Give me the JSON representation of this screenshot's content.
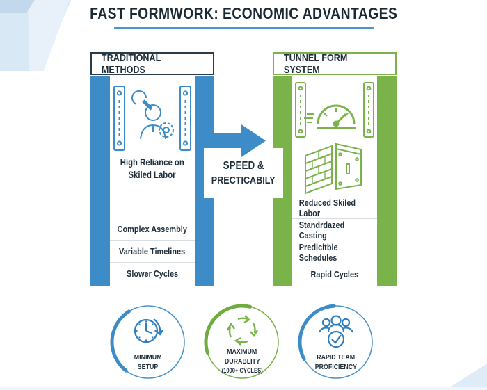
{
  "title": {
    "text": "FAST FORMWORK: ECONOMIC ADVANTAGES"
  },
  "comparison": {
    "traditional": {
      "header": "TRADITIONAL METHODS",
      "icon": "worker-wrench-gear-formwork-icon",
      "highlight": [
        "High Reliance on",
        "Skiled Labor"
      ],
      "items": [
        "Complex Assembly",
        "Variable Timelines",
        "Slower Cycles"
      ]
    },
    "tunnel": {
      "header": "TUNNEL FORM SYSTEM",
      "icons": [
        "speedometer-formwork-icon",
        "formwork-brick-wall-icon"
      ],
      "items": [
        "Reduced Skiled Labor",
        "Standrdazed Casting",
        "Predicitble Schedules",
        "Rapid Cycles"
      ]
    },
    "connector": {
      "icon": "right-arrow-icon",
      "lines": [
        "SPEED &",
        "PRECTICABILY"
      ]
    }
  },
  "badges": [
    {
      "icon": "clock-setup-icon",
      "lines": [
        "MINIMUM",
        "SETUP"
      ],
      "accent": "#4A94CC"
    },
    {
      "icon": "recycle-durability-icon",
      "lines": [
        "MAXIMUM",
        "DURABLITY",
        "(1000+ CYCLES)"
      ],
      "accent": "#7AB34A"
    },
    {
      "icon": "team-proficiency-icon",
      "lines": [
        "RAPID TEAM",
        "PROFICIENCY"
      ],
      "accent": "#4A94CC"
    }
  ],
  "colors": {
    "blue": "#3E8CC7",
    "green": "#7AB34A",
    "navy": "#1E2D39",
    "underline": "#4A96D2",
    "divider": "#D8DDE2",
    "bg_light_blue": "#D9E8F5"
  }
}
